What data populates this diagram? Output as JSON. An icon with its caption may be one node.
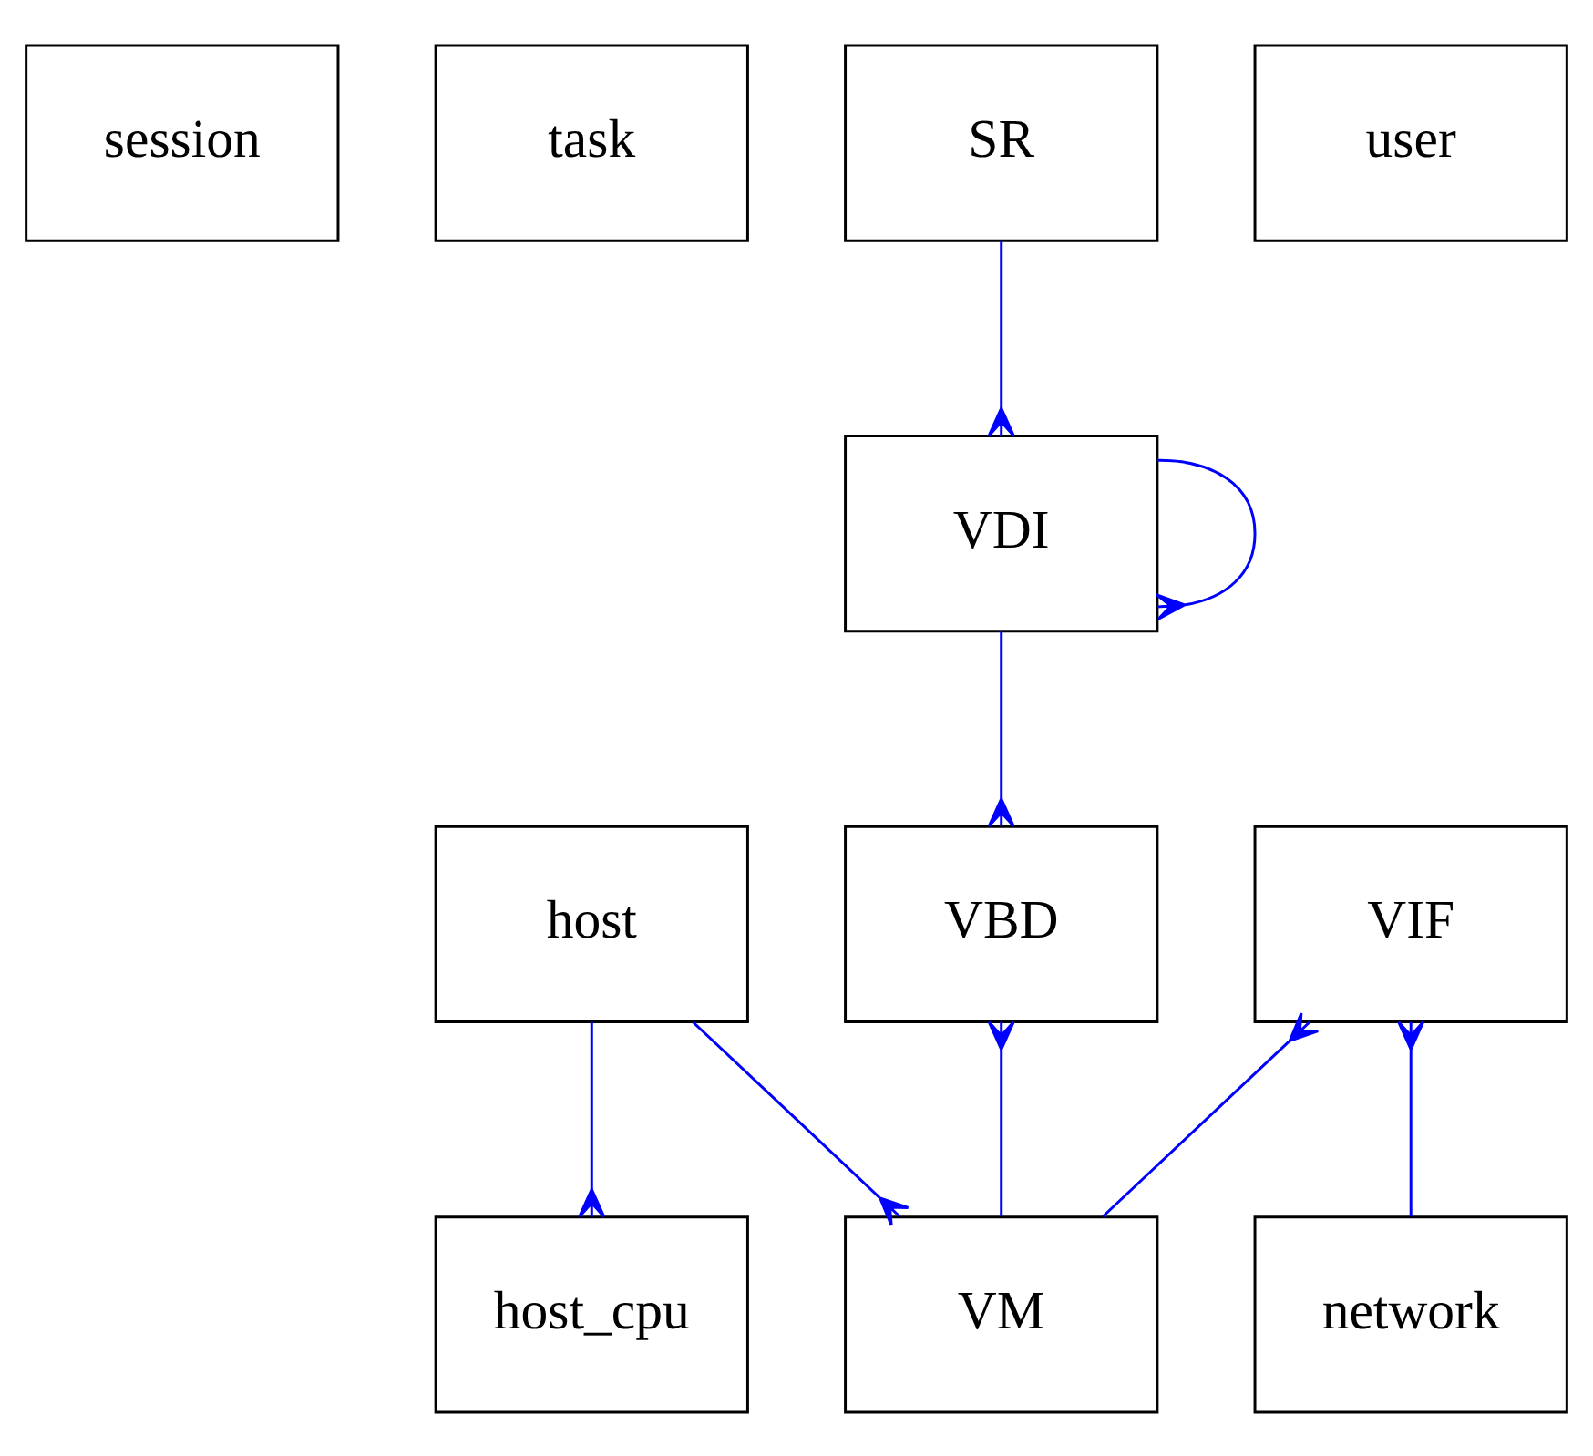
{
  "diagram": {
    "nodes": [
      {
        "text": [
          "session"
        ]
      },
      {
        "text": [
          "task"
        ]
      },
      {
        "text": [
          "SR"
        ]
      },
      {
        "text": [
          "user"
        ]
      },
      {
        "text": [
          "VDI"
        ]
      },
      {
        "text": [
          "host"
        ]
      },
      {
        "text": [
          "VBD"
        ]
      },
      {
        "text": [
          "VIF"
        ]
      },
      {
        "text": [
          "host_cpu"
        ]
      },
      {
        "text": [
          "VM"
        ]
      },
      {
        "text": [
          "network"
        ]
      }
    ],
    "edges": [
      {
        "from": 2,
        "to": 4,
        "arrow": "other"
      },
      {
        "from": 4,
        "to": 4,
        "arrow": "other"
      },
      {
        "from": 4,
        "to": 6,
        "arrow": "other"
      },
      {
        "from": 5,
        "to": 8,
        "arrow": "other"
      },
      {
        "from": 5,
        "to": 9,
        "arrow": "other"
      },
      {
        "from": 9,
        "to": 6,
        "arrow": "other"
      },
      {
        "from": 9,
        "to": 7,
        "arrow": "other"
      },
      {
        "from": 10,
        "to": 7,
        "arrow": "other"
      }
    ]
  }
}
